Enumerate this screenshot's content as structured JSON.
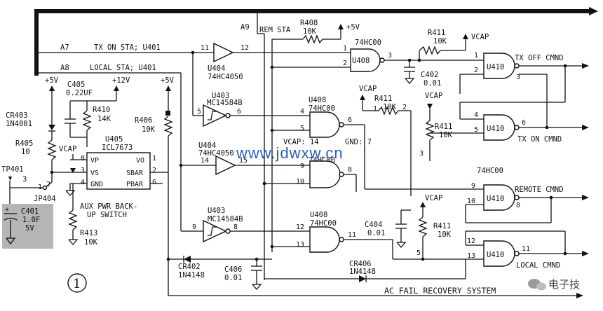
{
  "diagram": {
    "lines": {
      "a7": "A7",
      "tx_on_sta": "TX ON STA; U401",
      "a8": "A8",
      "local_sta": "LOCAL STA; U401",
      "a9": "A9",
      "rem_sta": "REM STA"
    },
    "rails": {
      "p5v_1": "+5V",
      "p5v_2": "+5V",
      "p12v": "+12V",
      "p5v_r408": "+5V",
      "vcap_1": "VCAP",
      "vcap_2": "VCAP",
      "vcap_3": "VCAP",
      "vcap_4": "VCAP",
      "vcap_5": "VCAP"
    },
    "parts": {
      "c405": "C405",
      "c405_val": "0.22UF",
      "cr403": "CR403",
      "cr403_val": "1N4001",
      "r405": "R405",
      "r405_val": "10",
      "r410": "R410",
      "r410_val": "14K",
      "r406": "R406",
      "r406_val": "10K",
      "u405": "U405",
      "u405_val": "ICL7673",
      "u405_vp": "VP",
      "u405_vs": "VS",
      "u405_gnd": "GND",
      "u405_vo": "VO",
      "u405_sbar": "SBAR",
      "u405_pbar": "PBAR",
      "tp401": "TP401",
      "jp404": "JP404",
      "j3": "3",
      "c401": "C401",
      "c401_val": "1.0F",
      "c401_v": "5V",
      "aux_1": "AUX PWR BACK-",
      "aux_2": "UP SWITCH",
      "r413": "R413",
      "r413_val": "10K",
      "u404a": "U404",
      "u404a_val": "74HC4050",
      "u404b": "U404",
      "u404b_val": "74HC4050",
      "u403a": "U403",
      "u403a_val": "MC14584B",
      "u403b": "U403",
      "u403b_val": "MC14584B",
      "r408": "R408",
      "r408_val": "10K",
      "u408_hdr": "74HC00",
      "u408a": "U408",
      "u408b": "U408",
      "u408b_val": "74HC00",
      "u408c_val": "74HC00",
      "u408d": "U408",
      "u408d_val": "74HC00",
      "r411a": "R411",
      "r411a_val": "10K",
      "r411b": "R411",
      "r411b_val": "10K",
      "r411c": "R411",
      "r411c_val": "10K",
      "r411d": "R411",
      "r411d_val": "10K",
      "c402": "C402",
      "c402_val": "0.01",
      "c404": "C404",
      "c404_val": "0.01",
      "c406": "C406",
      "c406_val": "0.01",
      "cr402": "CR402",
      "cr402_val": "1N4148",
      "cr406": "CR406",
      "cr406_val": "1N4148",
      "vcap_gnd": "VCAP: 14",
      "gnd7": "GND: 7",
      "u410a": "U410",
      "u410b": "U410",
      "u410c": "U410",
      "u410d": "U410",
      "u410_hdr": "74HC00"
    },
    "outputs": {
      "tx_off": "TX OFF CMND",
      "tx_on": "TX ON CMND",
      "remote": "REMOTE CMND",
      "local": "LOCAL CMND",
      "ac_fail": "AC FAIL RECOVERY SYSTEM"
    },
    "pins": {
      "p11": "11",
      "p12": "12",
      "p5": "5",
      "p6": "6",
      "p14": "14",
      "p15": "15",
      "p9": "9",
      "p8": "8",
      "g1a": "1",
      "g2a": "2",
      "g3a": "3",
      "g4b": "4",
      "g5b": "5",
      "g6b": "6",
      "g9c": "9",
      "g10c": "10",
      "g8c": "8",
      "g12d": "12",
      "g13d": "13",
      "g11d": "11",
      "h1": "1",
      "h2": "2",
      "h3": "3",
      "h4": "4",
      "h5": "5",
      "h6": "6",
      "h9": "9",
      "h10": "10",
      "h8": "8",
      "h12": "12",
      "h13": "13",
      "h11": "11",
      "r1": "1",
      "r2": "2",
      "r3": "3",
      "r5": "5",
      "u405_8": "8",
      "u405_3": "3",
      "u405_4": "4",
      "u405_1": "1",
      "u405_2": "2",
      "u405_6": "6",
      "jp1": "1",
      "jp2": "2"
    },
    "figure_number": "1",
    "watermark": "www.jdwxw.cn",
    "brand": "电子技"
  }
}
